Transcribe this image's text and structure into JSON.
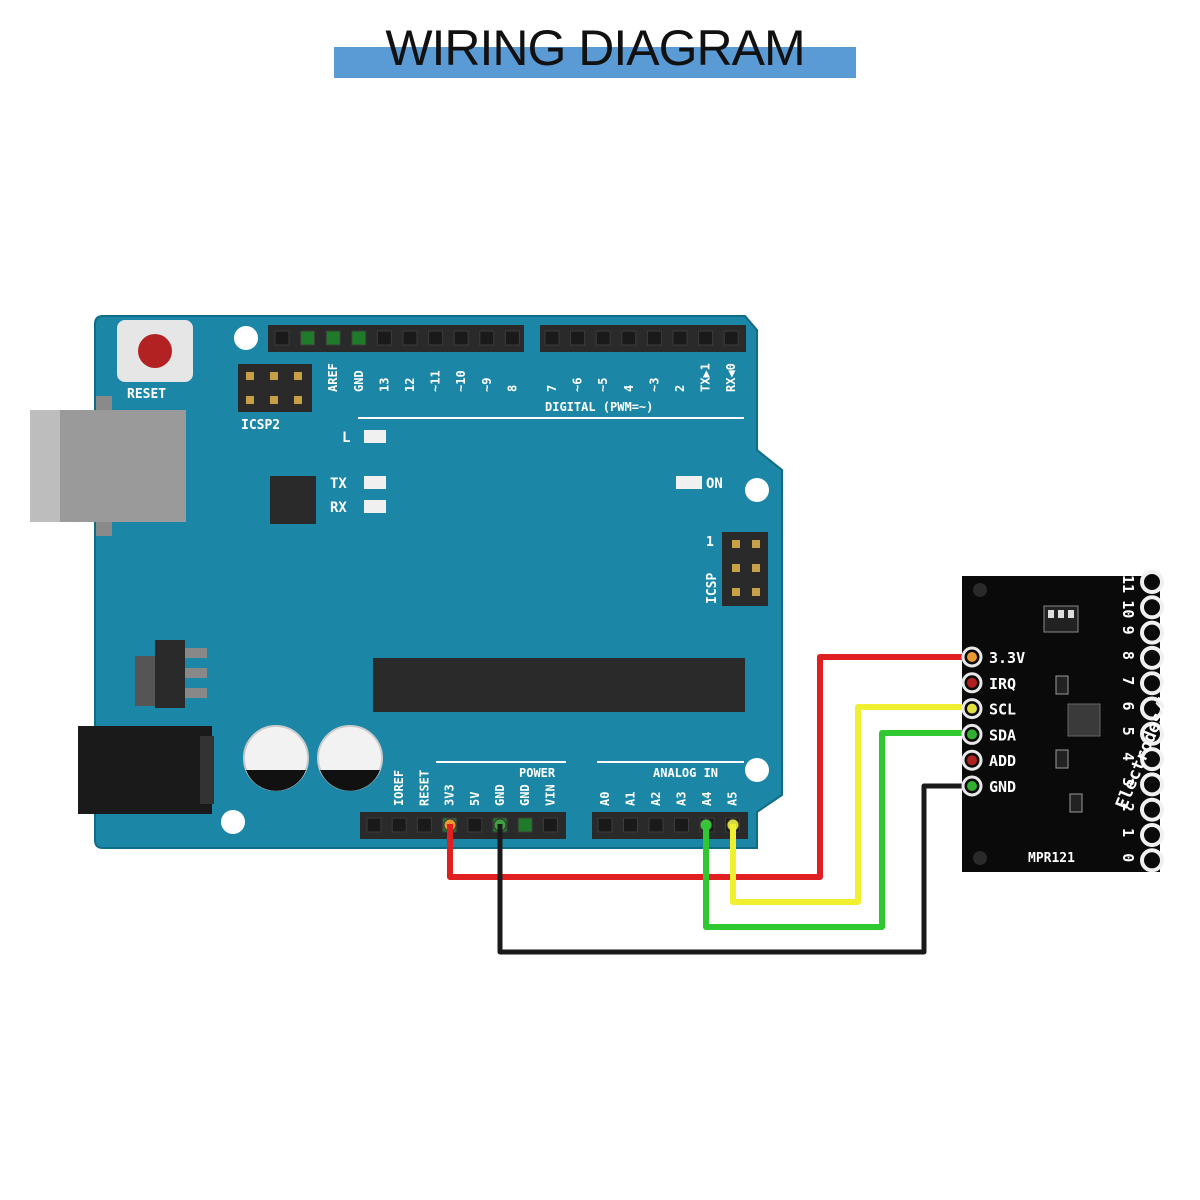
{
  "title": "WIRING DIAGRAM",
  "arduino": {
    "reset_label": "RESET",
    "icsp2_label": "ICSP2",
    "icsp_label": "ICSP",
    "icsp_pin1": "1",
    "digital_label": "DIGITAL (PWM=~)",
    "led_l": "L",
    "led_tx": "TX",
    "led_rx": "RX",
    "led_on": "ON",
    "power_label": "POWER",
    "analog_label": "ANALOG IN",
    "digital_pins": [
      "AREF",
      "GND",
      "13",
      "12",
      "~11",
      "~10",
      "~9",
      "8",
      "7",
      "~6",
      "~5",
      "4",
      "~3",
      "2",
      "TX▶1",
      "RX◀0"
    ],
    "power_pins": [
      "IOREF",
      "RESET",
      "3V3",
      "5V",
      "GND",
      "GND",
      "VIN"
    ],
    "analog_pins": [
      "A0",
      "A1",
      "A2",
      "A3",
      "A4",
      "A5"
    ]
  },
  "mpr121": {
    "pin_labels": [
      "3.3V",
      "IRQ",
      "SCL",
      "SDA",
      "ADD",
      "GND"
    ],
    "electrode_labels": [
      "11",
      "10",
      "9",
      "8",
      "7",
      "6",
      "5",
      "4",
      "3",
      "2",
      "1",
      "0"
    ],
    "board_text": "Electrodes/LEDs",
    "chip_name": "MPR121"
  },
  "colors": {
    "board": "#1b86a5",
    "wire_3v3": "#e02020",
    "wire_scl": "#f0f030",
    "wire_sda": "#30c830",
    "wire_gnd": "#1a1a1a",
    "title_bar": "#5b9bd5"
  }
}
